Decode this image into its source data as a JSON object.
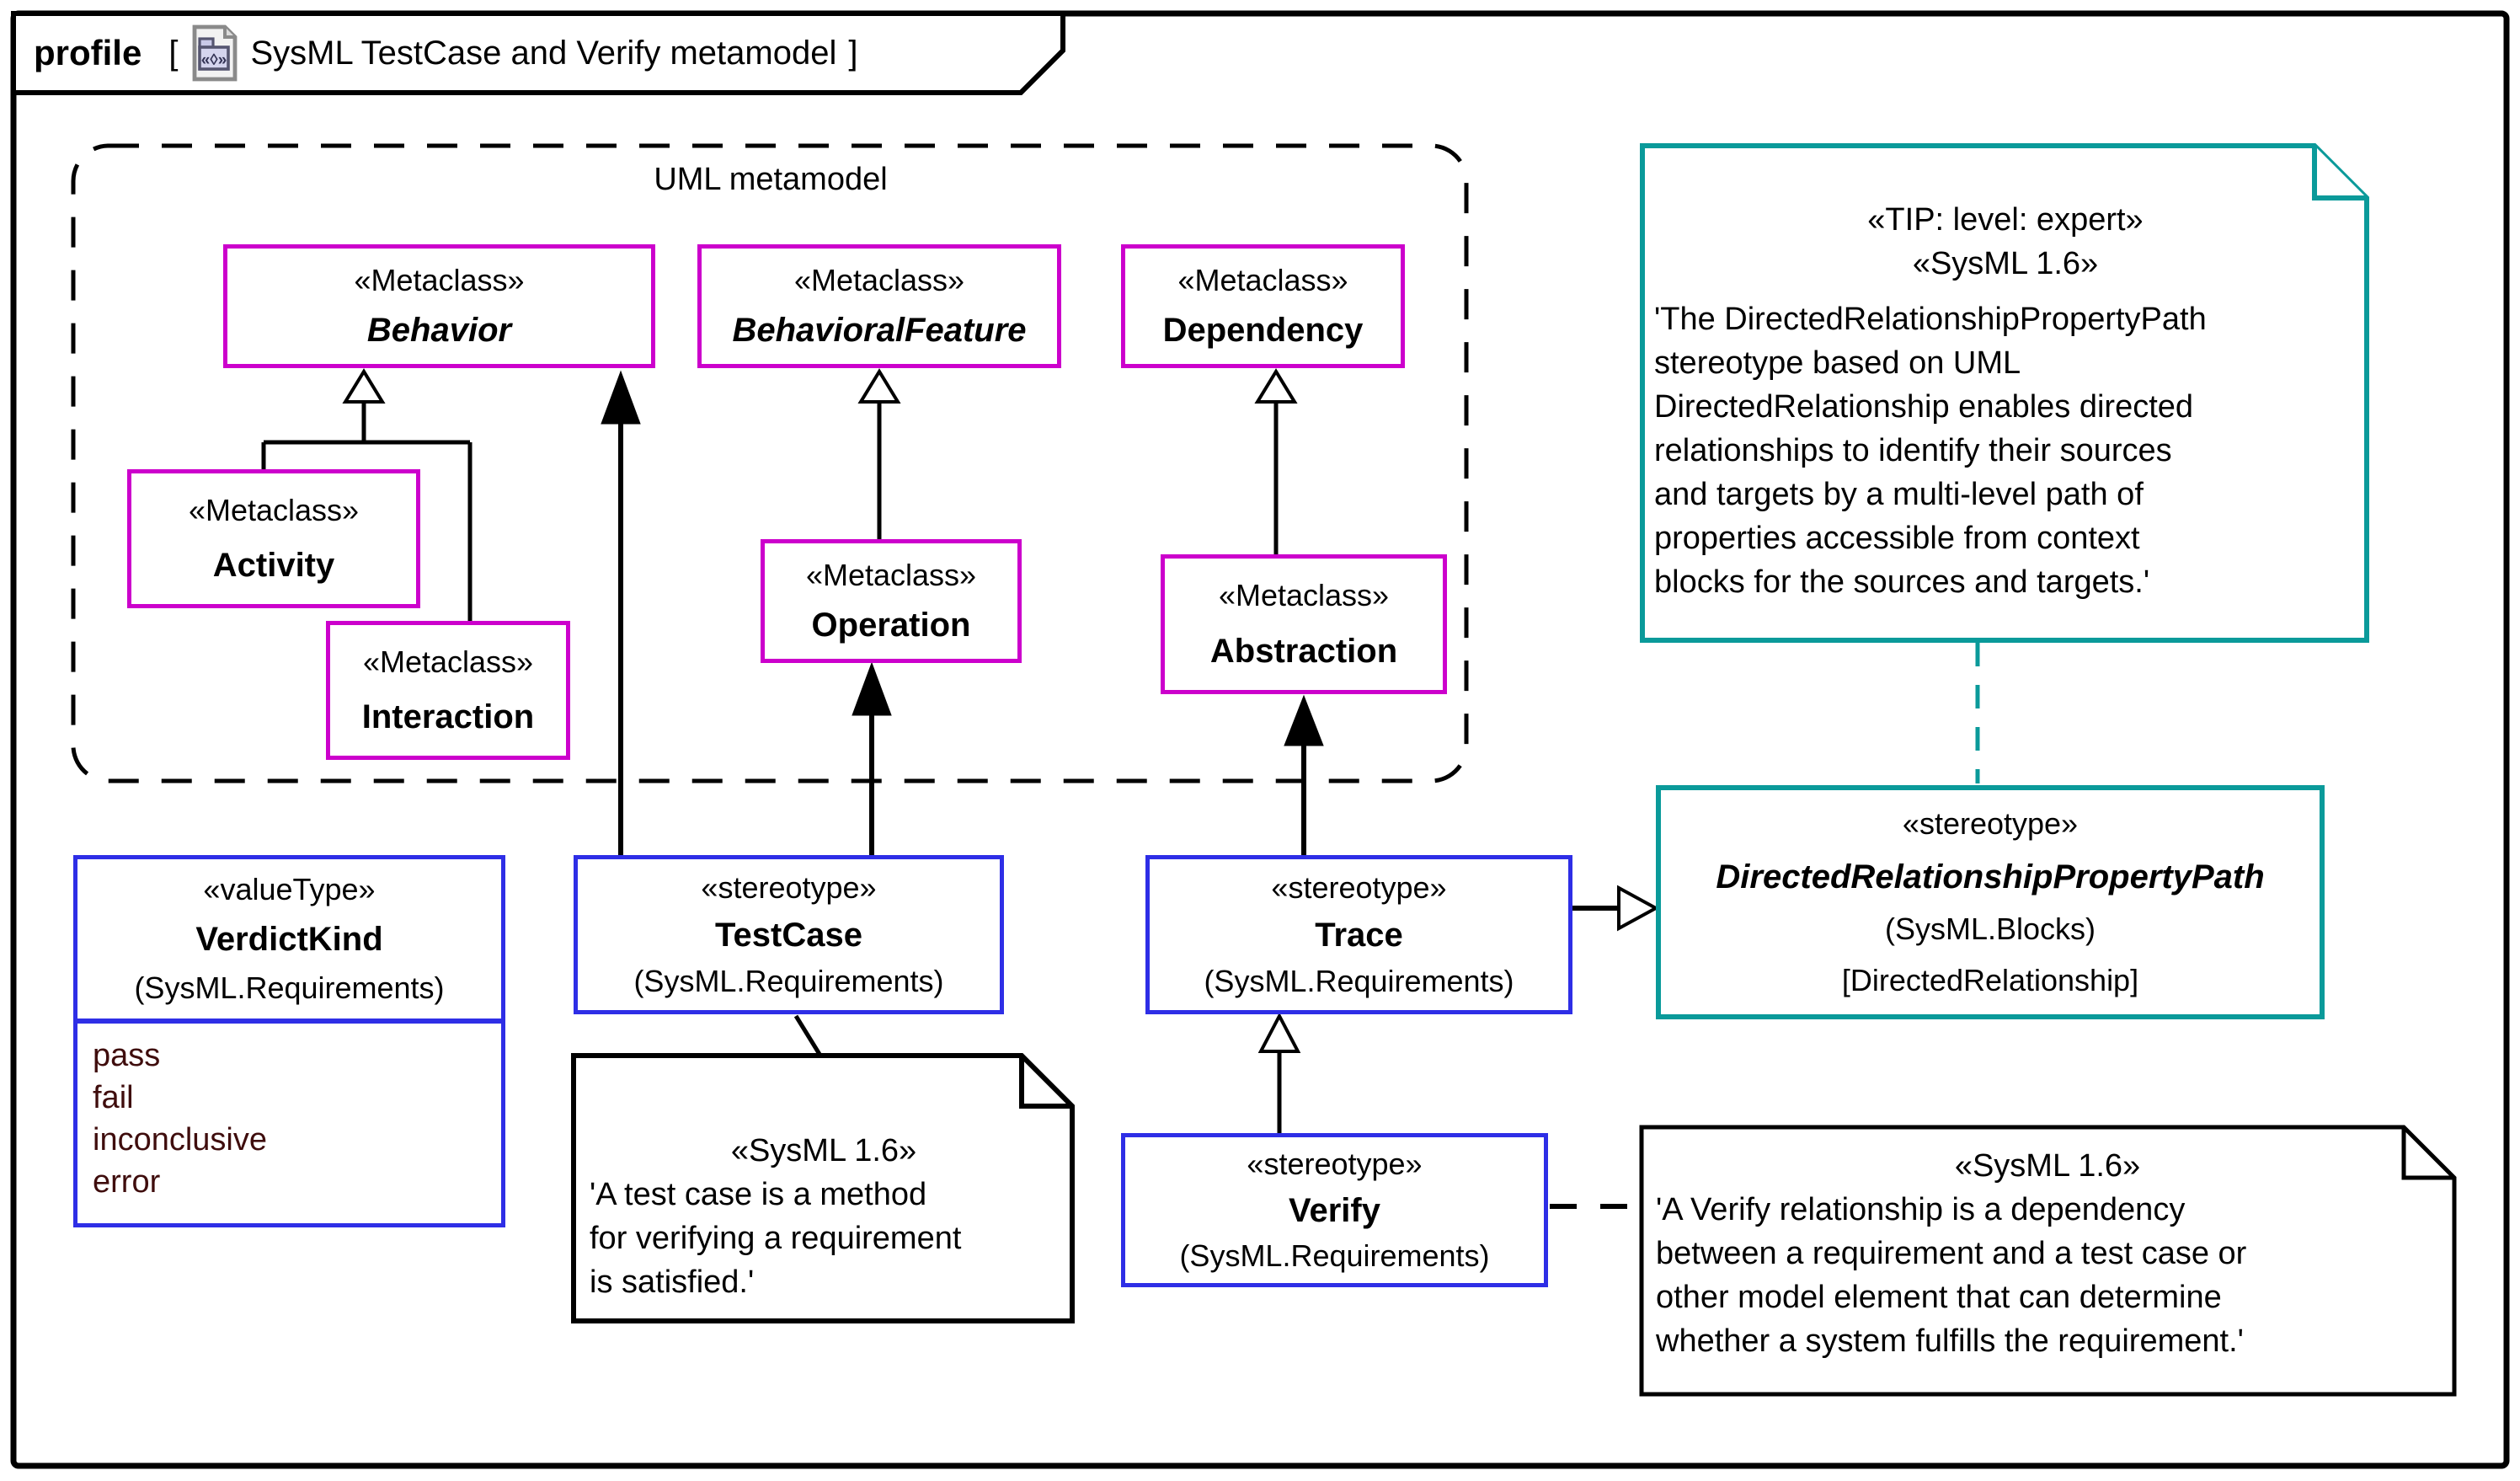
{
  "frame": {
    "keyword": "profile",
    "bracket_open": "[",
    "title": "SysML TestCase and Verify metamodel",
    "bracket_close": "]"
  },
  "uml_frame": {
    "label": "UML metamodel"
  },
  "metaclasses": {
    "behavior": {
      "kind": "«Metaclass»",
      "name": "Behavior"
    },
    "behavioral_feature": {
      "kind": "«Metaclass»",
      "name": "BehavioralFeature"
    },
    "dependency": {
      "kind": "«Metaclass»",
      "name": "Dependency"
    },
    "activity": {
      "kind": "«Metaclass»",
      "name": "Activity"
    },
    "interaction": {
      "kind": "«Metaclass»",
      "name": "Interaction"
    },
    "operation": {
      "kind": "«Metaclass»",
      "name": "Operation"
    },
    "abstraction": {
      "kind": "«Metaclass»",
      "name": "Abstraction"
    }
  },
  "stereotypes": {
    "verdict_kind": {
      "kind": "«valueType»",
      "name": "VerdictKind",
      "package": "(SysML.Requirements)",
      "literals": [
        "pass",
        "fail",
        "inconclusive",
        "error"
      ]
    },
    "test_case": {
      "kind": "«stereotype»",
      "name": "TestCase",
      "package": "(SysML.Requirements)"
    },
    "trace": {
      "kind": "«stereotype»",
      "name": "Trace",
      "package": "(SysML.Requirements)"
    },
    "verify": {
      "kind": "«stereotype»",
      "name": "Verify",
      "package": "(SysML.Requirements)"
    },
    "drpp": {
      "kind": "«stereotype»",
      "name": "DirectedRelationshipPropertyPath",
      "package": "(SysML.Blocks)",
      "base": "[DirectedRelationship]"
    }
  },
  "notes": {
    "tip": {
      "line1": "«TIP: level: expert»",
      "line2": "«SysML 1.6»",
      "body": "'The DirectedRelationshipPropertyPath\nstereotype based on UML\nDirectedRelationship enables directed\nrelationships to identify their sources\nand targets by a multi-level path of\nproperties accessible from context\nblocks for the sources and targets.'"
    },
    "test_case_note": {
      "header": "«SysML 1.6»",
      "body": "'A test case is a method\nfor verifying a requirement\nis satisfied.'"
    },
    "verify_note": {
      "header": "«SysML 1.6»",
      "body": "'A Verify relationship is a dependency\nbetween a requirement and a test case or\nother model element that can determine\nwhether a system fulfills the requirement.'"
    }
  },
  "colors": {
    "metaclass_border": "#cc00cc",
    "stereotype_border": "#2e2ee6",
    "teal": "#0a9a9a",
    "enum_text": "#3f0d0d",
    "line": "#000000"
  }
}
